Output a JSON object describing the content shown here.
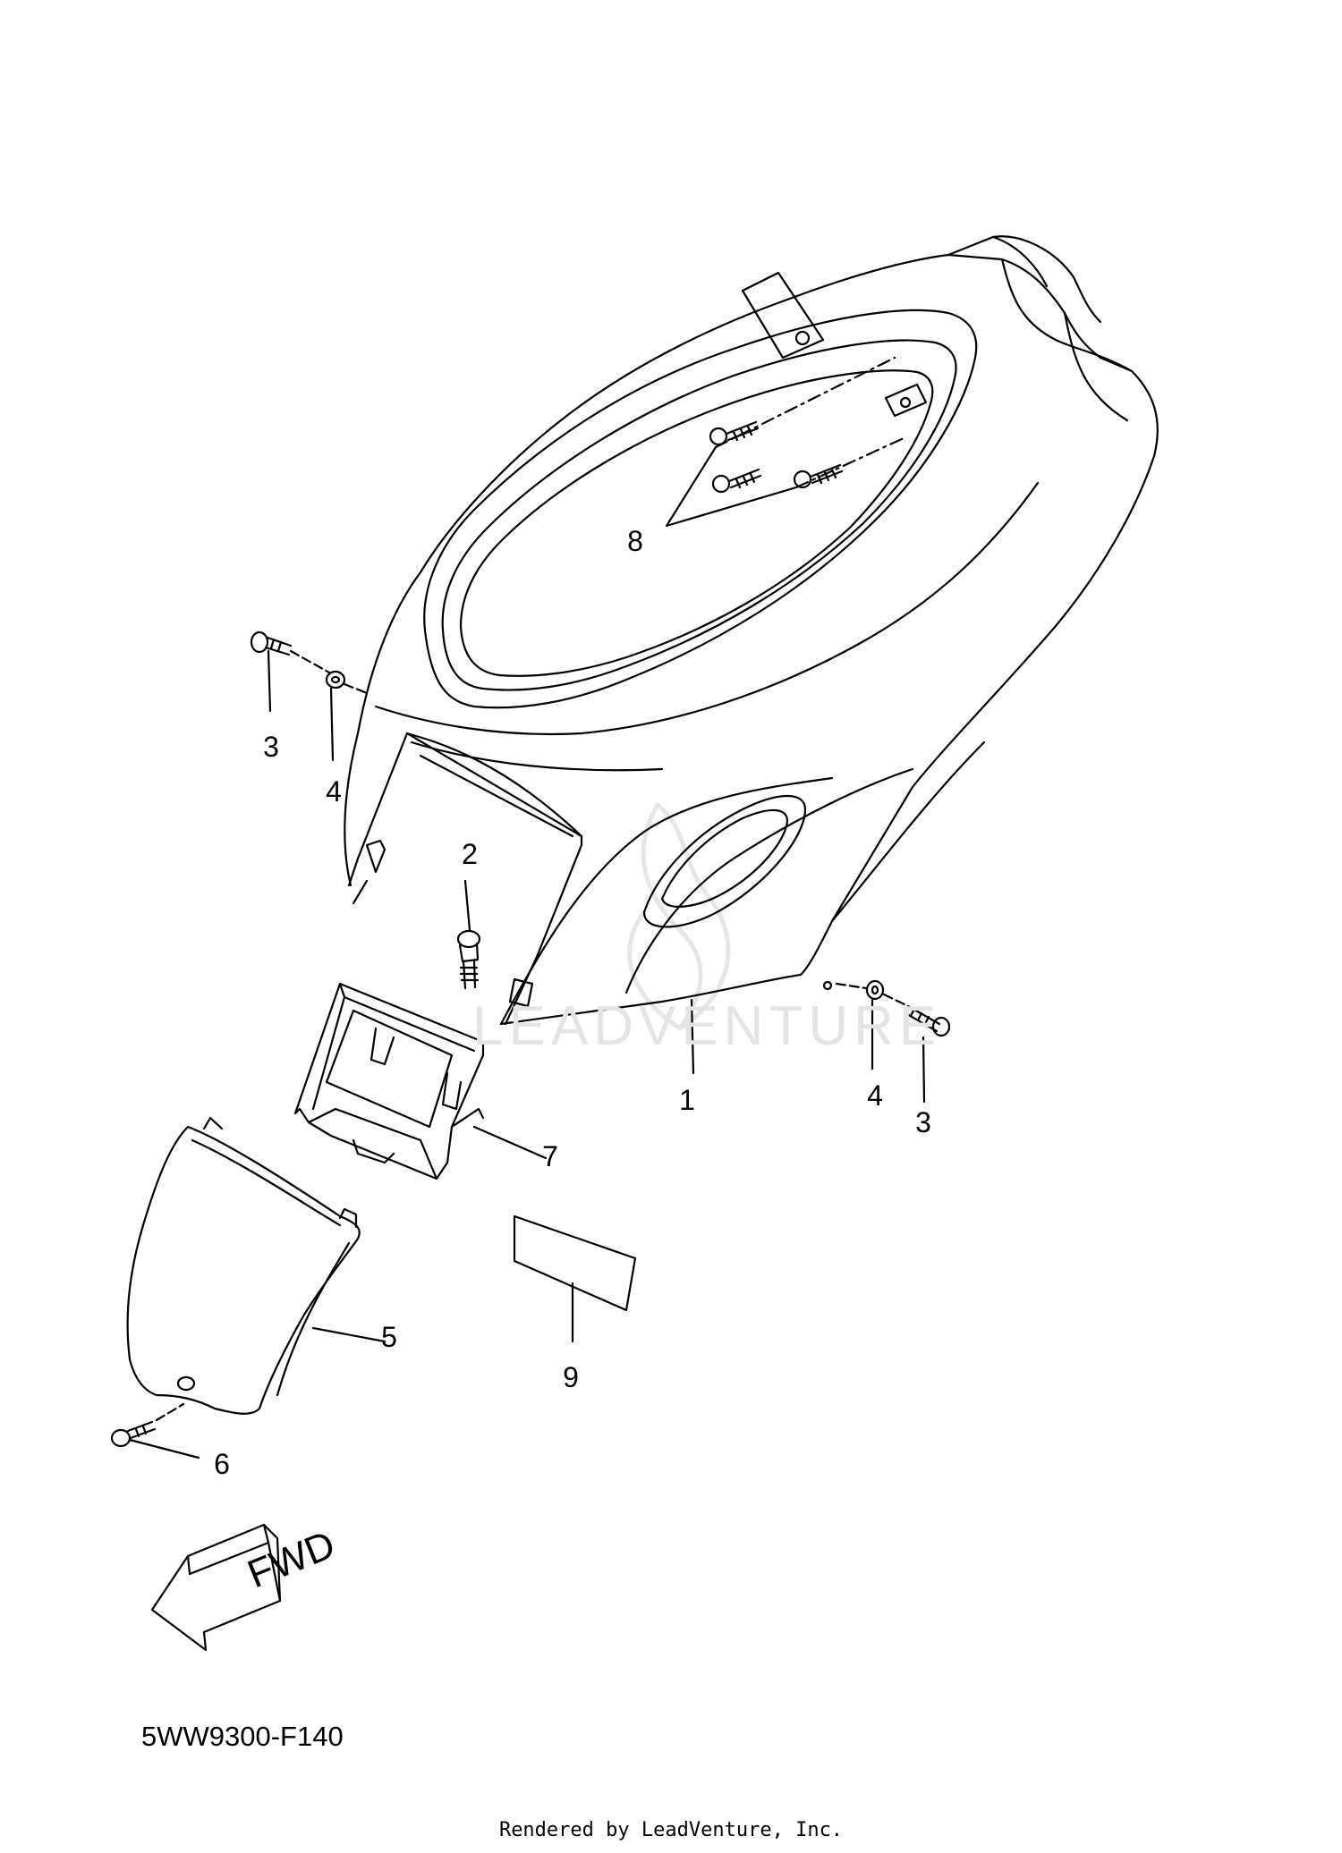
{
  "callouts": [
    {
      "id": "1",
      "label": "1"
    },
    {
      "id": "2",
      "label": "2"
    },
    {
      "id": "3a",
      "label": "3"
    },
    {
      "id": "3b",
      "label": "3"
    },
    {
      "id": "4a",
      "label": "4"
    },
    {
      "id": "4b",
      "label": "4"
    },
    {
      "id": "5",
      "label": "5"
    },
    {
      "id": "6",
      "label": "6"
    },
    {
      "id": "7",
      "label": "7"
    },
    {
      "id": "8",
      "label": "8"
    },
    {
      "id": "9",
      "label": "9"
    }
  ],
  "direction_label": "FWD",
  "diagram_code": "5WW9300-F140",
  "watermark": "LEADVENTURE",
  "footer": "Rendered by LeadVenture, Inc."
}
